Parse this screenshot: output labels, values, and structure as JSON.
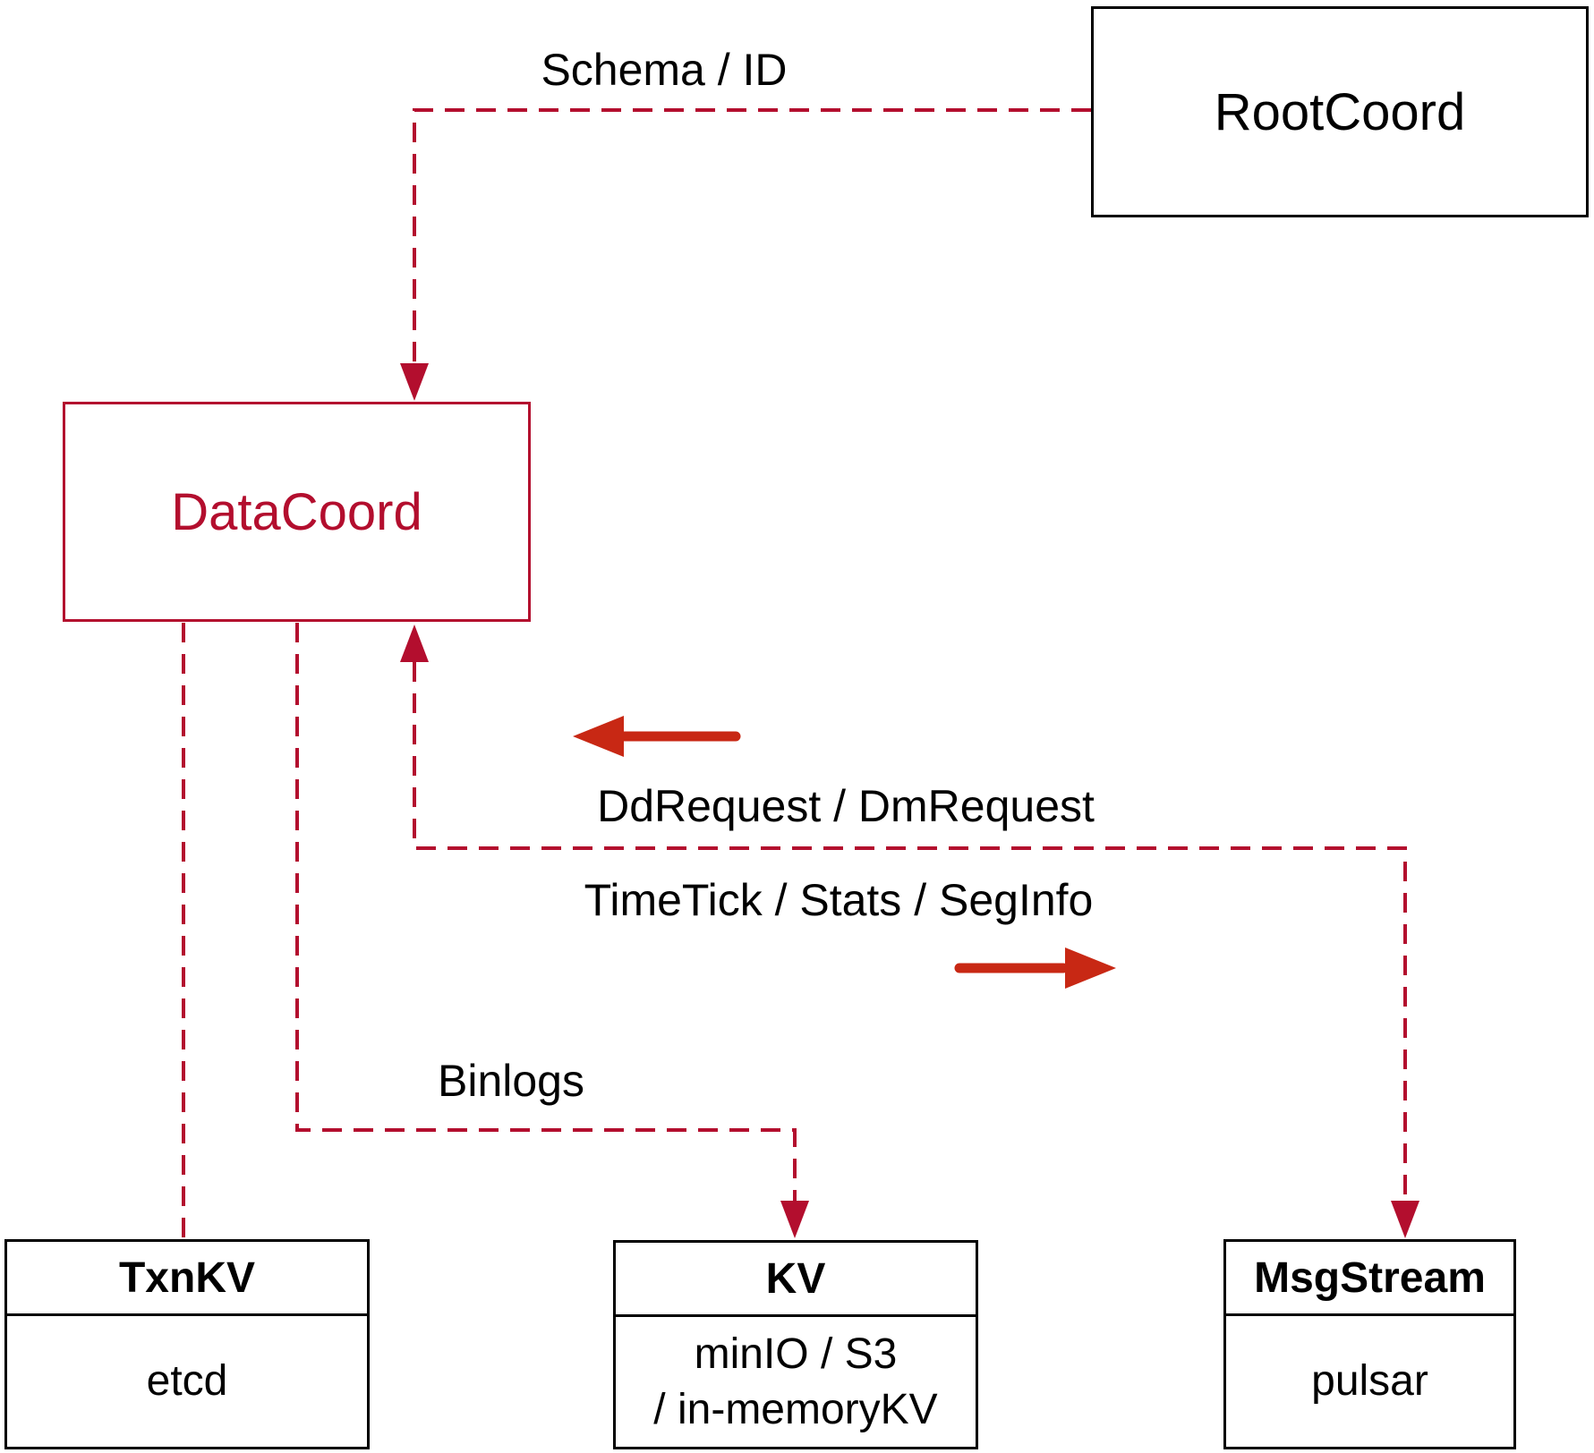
{
  "nodes": {
    "rootcoord": {
      "label": "RootCoord"
    },
    "datacoord": {
      "label": "DataCoord"
    },
    "txnkv": {
      "title": "TxnKV",
      "impl": "etcd"
    },
    "kv": {
      "title": "KV",
      "impl_line1": "minIO / S3",
      "impl_line2": "/ in-memoryKV"
    },
    "msgstream": {
      "title": "MsgStream",
      "impl": "pulsar"
    }
  },
  "edges": {
    "schema_id": {
      "label": "Schema / ID"
    },
    "dd_request": {
      "label": "DdRequest / DmRequest"
    },
    "time_tick": {
      "label": "TimeTick / Stats / SegInfo"
    },
    "binlogs": {
      "label": "Binlogs"
    }
  },
  "colors": {
    "dashed_red": "#b30e2e",
    "solid_red": "#c82814",
    "black": "#000000"
  }
}
